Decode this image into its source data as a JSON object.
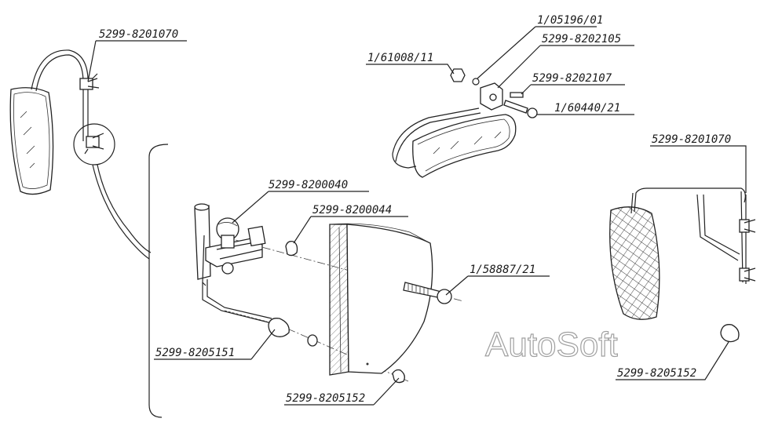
{
  "labels": {
    "top_left_bracket": "5299-8201070",
    "clamp": "5299-8200040",
    "bushing": "5299-8200044",
    "bolt": "1/58887/21",
    "ball_left": "5299-8205151",
    "cap_bottom": "5299-8205152",
    "nut_top": "1/61008/11",
    "washer": "1/05196/01",
    "holder": "5299-8202105",
    "pin": "5299-8202107",
    "screw": "1/60440/21",
    "right_bracket": "5299-8201070",
    "cap_right": "5299-8205152"
  },
  "watermark": "AutoSoft"
}
